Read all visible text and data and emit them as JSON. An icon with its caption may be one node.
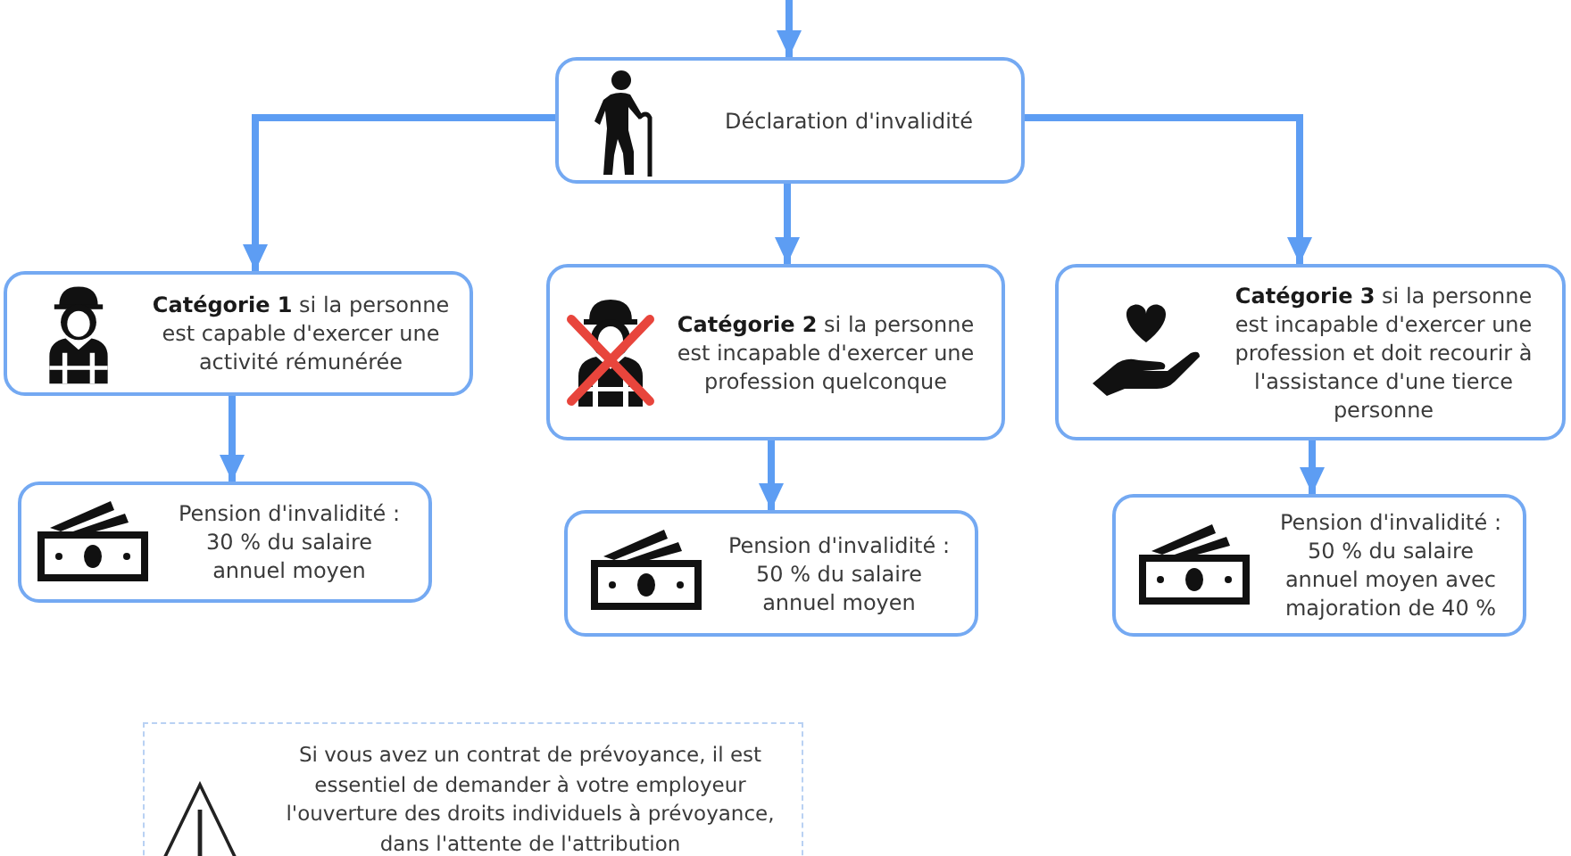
{
  "diagram": {
    "nodes": [
      {
        "text": [
          "Déclaration d'invalidité"
        ]
      },
      {
        "text": [
          "**Catégorie 1** si la personne est capable d'exercer une activité rémunérée"
        ]
      },
      {
        "text": [
          "**Catégorie 2** si la personne est incapable d'exercer une profession quelconque"
        ]
      },
      {
        "text": [
          "**Catégorie 3** si la personne est incapable d'exercer une profession et doit recourir à l'assistance d'une tierce personne"
        ]
      },
      {
        "text": [
          "Pension d'invalidité : 30 % du salaire annuel moyen"
        ]
      },
      {
        "text": [
          "Pension d'invalidité : 50 % du salaire annuel moyen"
        ]
      },
      {
        "text": [
          "Pension d'invalidité : 50 % du salaire annuel moyen avec majoration de 40 %"
        ]
      },
      {
        "text": [
          "Si vous avez un contrat de prévoyance, il est essentiel de demander à votre employeur l'ouverture des droits individuels à prévoyance, dans l'attente de l'attribution"
        ]
      }
    ],
    "edges": [
      {
        "from": null,
        "to": 0,
        "arrow": "to"
      },
      {
        "from": 0,
        "to": 1,
        "arrow": "to"
      },
      {
        "from": 0,
        "to": 2,
        "arrow": "to"
      },
      {
        "from": 0,
        "to": 3,
        "arrow": "to"
      },
      {
        "from": 1,
        "to": 4,
        "arrow": "to"
      },
      {
        "from": 2,
        "to": 5,
        "arrow": "to"
      },
      {
        "from": 3,
        "to": 6,
        "arrow": "to"
      }
    ]
  }
}
